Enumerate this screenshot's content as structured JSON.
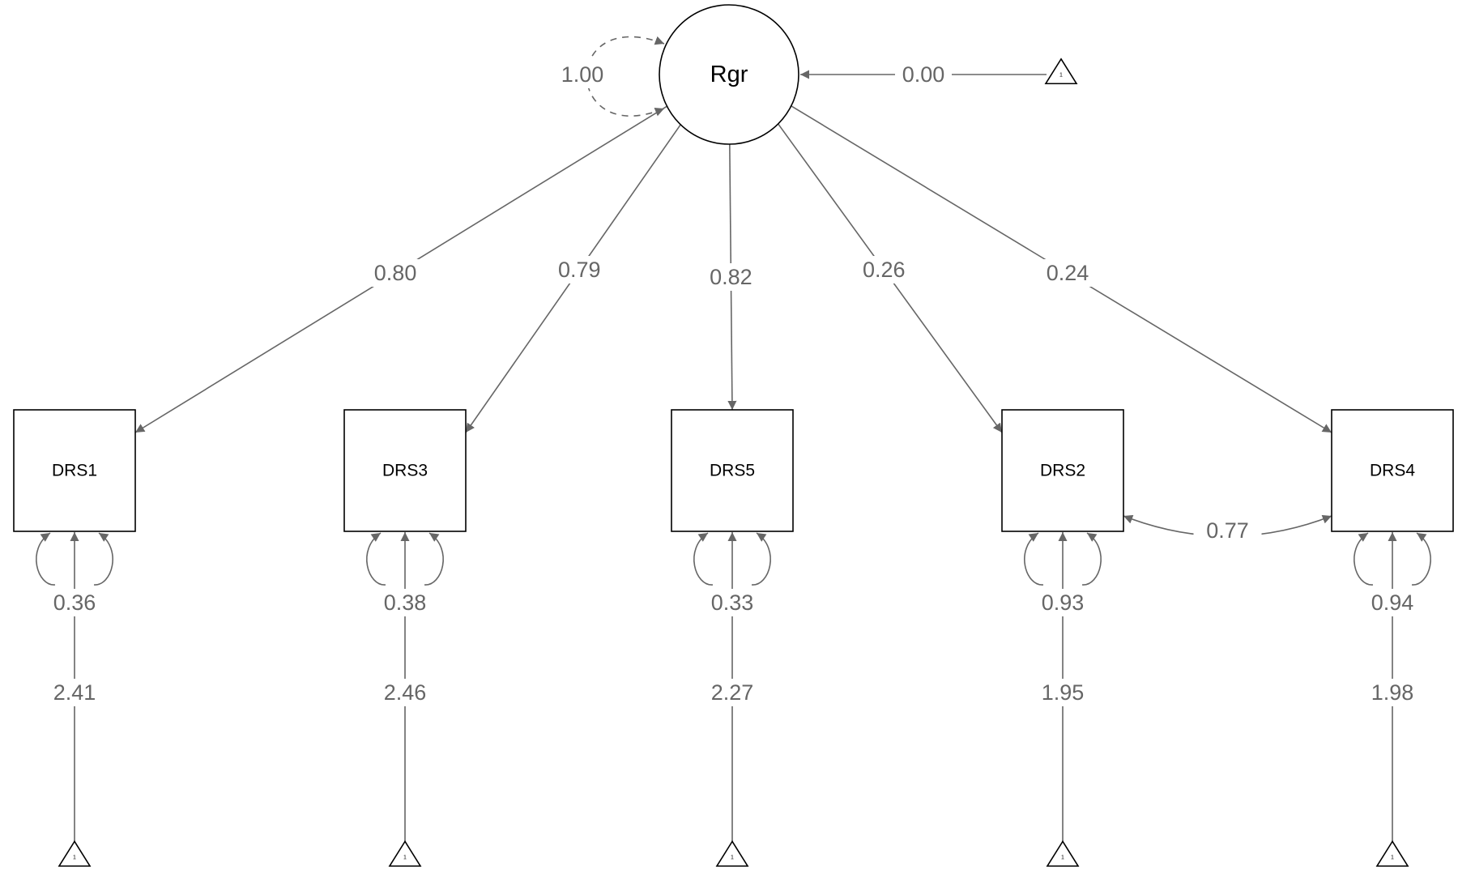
{
  "latent": {
    "label": "Rgr",
    "variance": "1.00",
    "mean": "0.00"
  },
  "constant_label": "1",
  "indicators": [
    {
      "label": "DRS1",
      "loading": "0.80",
      "residual": "0.36",
      "intercept": "2.41"
    },
    {
      "label": "DRS3",
      "loading": "0.79",
      "residual": "0.38",
      "intercept": "2.46"
    },
    {
      "label": "DRS5",
      "loading": "0.82",
      "residual": "0.33",
      "intercept": "2.27"
    },
    {
      "label": "DRS2",
      "loading": "0.26",
      "residual": "0.93",
      "intercept": "1.95"
    },
    {
      "label": "DRS4",
      "loading": "0.24",
      "residual": "0.94",
      "intercept": "1.98"
    }
  ],
  "covariances": [
    {
      "from": "DRS2",
      "to": "DRS4",
      "value": "0.77"
    }
  ],
  "colors": {
    "edge": "#666666",
    "node_stroke": "#000000",
    "background": "#ffffff"
  }
}
